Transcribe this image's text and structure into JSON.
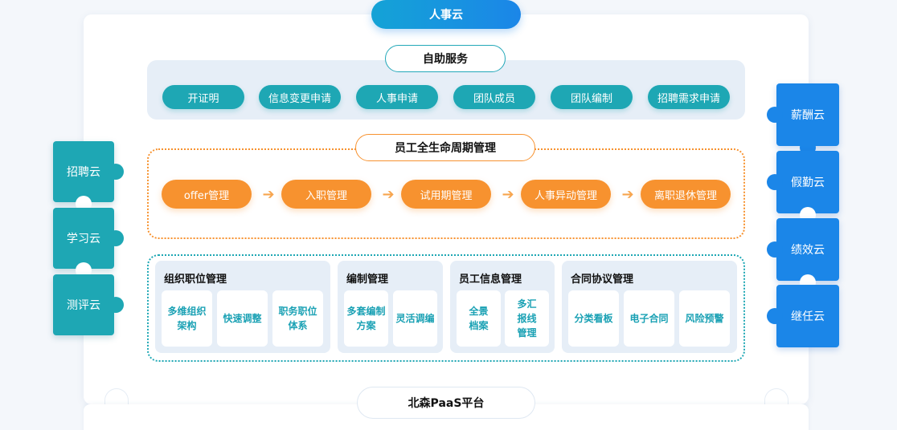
{
  "header": {
    "title": "人事云"
  },
  "self_service": {
    "title": "自助服务",
    "items": [
      "开证明",
      "信息变更申请",
      "人事申请",
      "团队成员",
      "团队编制",
      "招聘需求申请"
    ]
  },
  "lifecycle": {
    "title": "员工全生命周期管理",
    "steps": [
      "offer管理",
      "入职管理",
      "试用期管理",
      "人事异动管理",
      "离职退休管理"
    ]
  },
  "modules": [
    {
      "title": "组织职位管理",
      "cells": [
        "多维组织\n架构",
        "快速调整",
        "职务职位\n体系"
      ]
    },
    {
      "title": "编制管理",
      "cells": [
        "多套编制\n方案",
        "灵活调编"
      ]
    },
    {
      "title": "员工信息管理",
      "cells": [
        "全景\n档案",
        "多汇\n报线\n管理"
      ]
    },
    {
      "title": "合同协议管理",
      "cells": [
        "分类看板",
        "电子合同",
        "风险预警"
      ]
    }
  ],
  "left_clouds": [
    "招聘云",
    "学习云",
    "测评云"
  ],
  "right_clouds": [
    "薪酬云",
    "假勤云",
    "绩效云",
    "继任云"
  ],
  "platform": {
    "title": "北森PaaS平台"
  },
  "colors": {
    "teal": "#1ea7b4",
    "orange": "#f7922f",
    "blue": "#1b86e8",
    "panel": "#e6eef7"
  }
}
